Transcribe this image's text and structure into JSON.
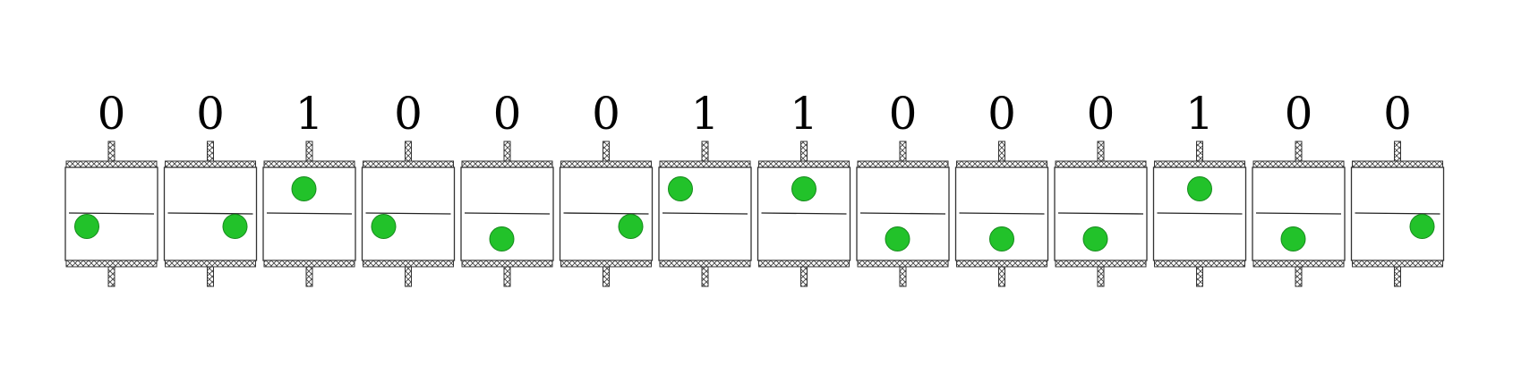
{
  "colors": {
    "ball": "#22c22a",
    "ball_stroke": "#168a1c",
    "line": "#222222",
    "background": "#ffffff"
  },
  "cells": [
    {
      "bit": "0",
      "ball_side": "left",
      "ball_half": "lower"
    },
    {
      "bit": "0",
      "ball_side": "right",
      "ball_half": "lower"
    },
    {
      "bit": "1",
      "ball_side": "center",
      "ball_half": "upper"
    },
    {
      "bit": "0",
      "ball_side": "left",
      "ball_half": "lower"
    },
    {
      "bit": "0",
      "ball_side": "center",
      "ball_half": "lower"
    },
    {
      "bit": "0",
      "ball_side": "right",
      "ball_half": "lower"
    },
    {
      "bit": "1",
      "ball_side": "left",
      "ball_half": "upper"
    },
    {
      "bit": "1",
      "ball_side": "center",
      "ball_half": "upper"
    },
    {
      "bit": "0",
      "ball_side": "center",
      "ball_half": "lower"
    },
    {
      "bit": "0",
      "ball_side": "center",
      "ball_half": "lower"
    },
    {
      "bit": "0",
      "ball_side": "center",
      "ball_half": "lower"
    },
    {
      "bit": "1",
      "ball_side": "center",
      "ball_half": "upper"
    },
    {
      "bit": "0",
      "ball_side": "center",
      "ball_half": "lower"
    },
    {
      "bit": "0",
      "ball_side": "right",
      "ball_half": "lower"
    }
  ]
}
